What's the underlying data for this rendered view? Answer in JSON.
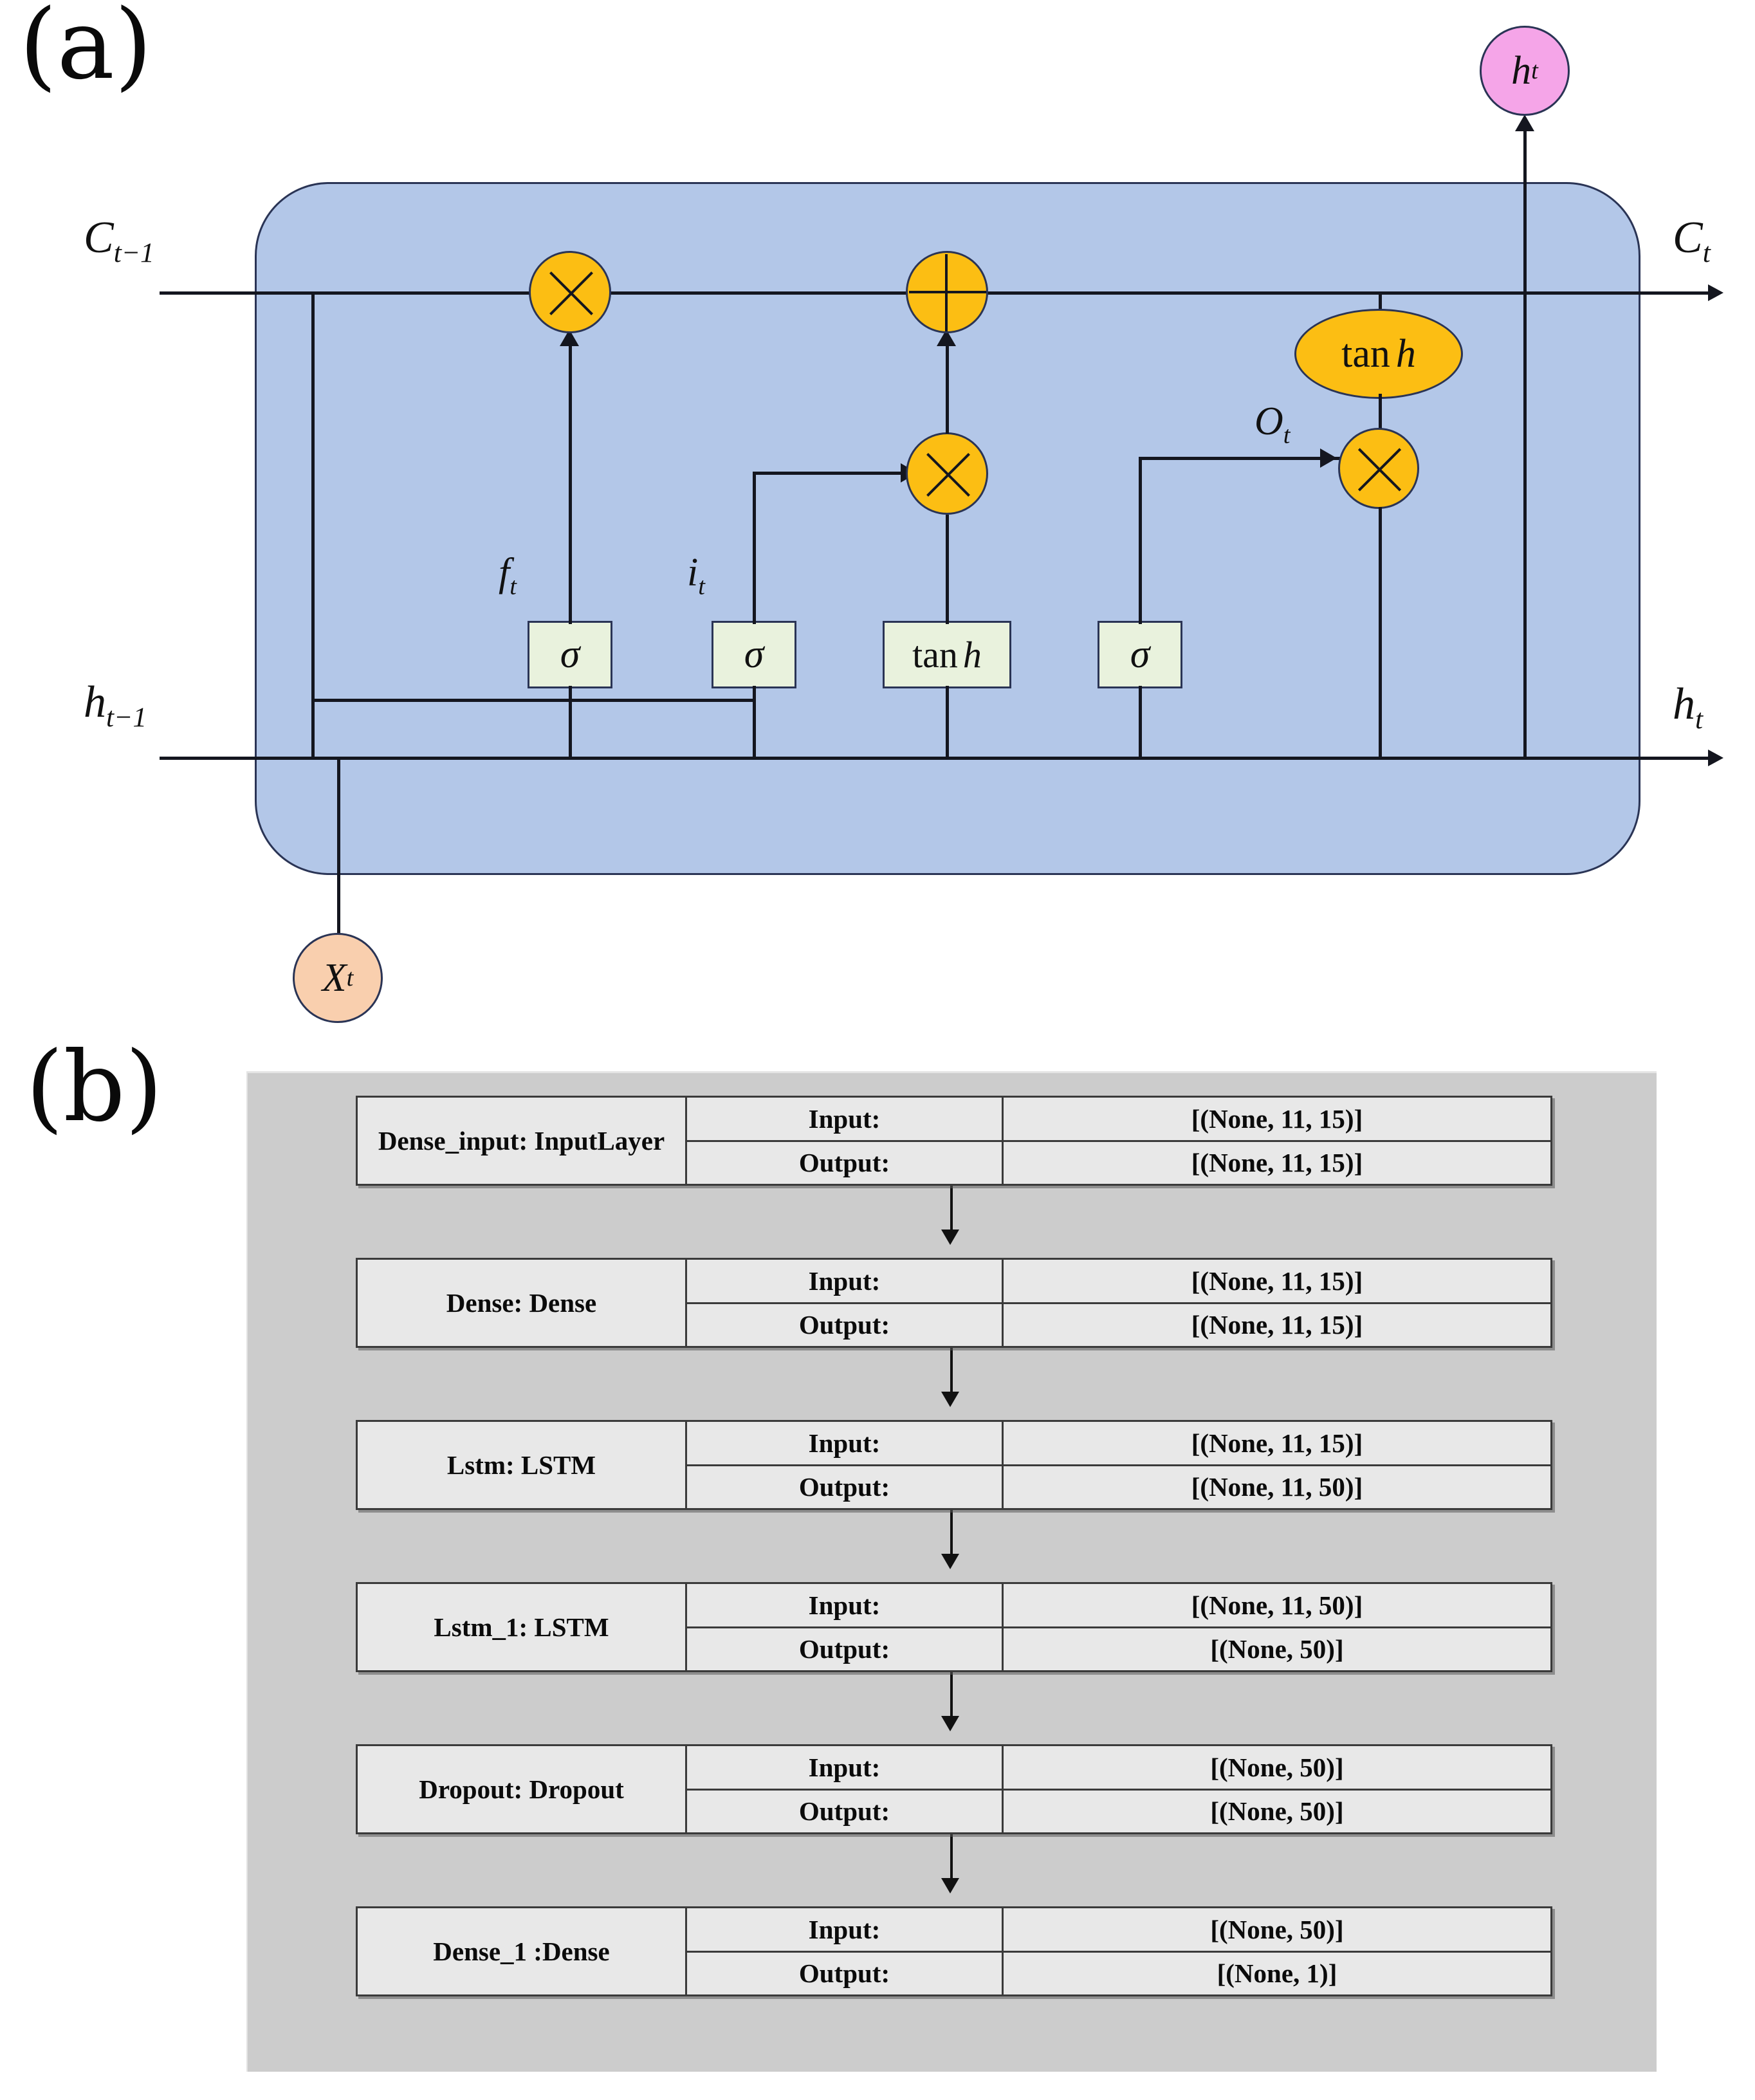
{
  "figure": {
    "panel_a_label": "(a)",
    "panel_b_label": "(b)"
  },
  "lstm_cell": {
    "inputs": {
      "cell_state_prev": "C",
      "cell_state_prev_sub": "t−1",
      "hidden_prev": "h",
      "hidden_prev_sub": "t−1",
      "x_input": "X",
      "x_input_sub": "t"
    },
    "outputs": {
      "cell_state": "C",
      "cell_state_sub": "t",
      "hidden": "h",
      "hidden_sub": "t",
      "hidden_top": "h",
      "hidden_top_sub": "t"
    },
    "gate_labels": {
      "forget": "f",
      "forget_sub": "t",
      "input": "i",
      "input_sub": "t",
      "output": "O",
      "output_sub": "t"
    },
    "activations": {
      "sigma": "σ",
      "tanh_prefix": "tan",
      "tanh_italic": "h"
    },
    "operators": {
      "multiply": "multiply-operator",
      "add": "add-operator"
    },
    "colors": {
      "cell_body": "#b3c7e8",
      "operator": "#fcbe13",
      "gate_box": "#e9f2dd",
      "hidden_bubble": "#f5a5e8",
      "input_bubble": "#f9cfae",
      "stroke": "#2a3455"
    }
  },
  "model_plot": {
    "background": "#cccccc",
    "box_fill": "#e8e8e8",
    "col_headers": [
      "Input:",
      "Output:"
    ],
    "layers": [
      {
        "name": "Dense_input: InputLayer",
        "input": "[(None, 11, 15)]",
        "output": "[(None, 11, 15)]"
      },
      {
        "name": "Dense: Dense",
        "input": "[(None, 11, 15)]",
        "output": "[(None, 11, 15)]"
      },
      {
        "name": "Lstm: LSTM",
        "input": "[(None, 11, 15)]",
        "output": "[(None, 11, 50)]"
      },
      {
        "name": "Lstm_1: LSTM",
        "input": "[(None, 11, 50)]",
        "output": "[(None, 50)]"
      },
      {
        "name": "Dropout: Dropout",
        "input": "[(None, 50)]",
        "output": "[(None, 50)]"
      },
      {
        "name": "Dense_1 :Dense",
        "input": "[(None, 50)]",
        "output": "[(None, 1)]"
      }
    ]
  }
}
